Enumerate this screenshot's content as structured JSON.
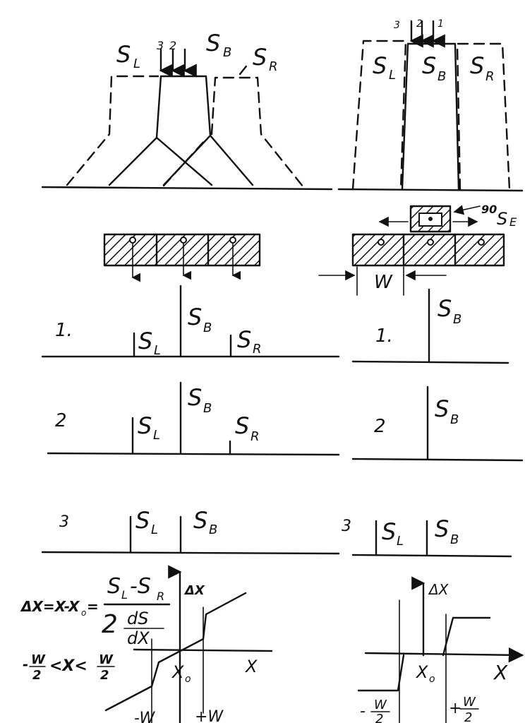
{
  "labels": {
    "sl": "S",
    "sl_sub": "L",
    "sb": "S",
    "sb_sub": "B",
    "sr": "S",
    "sr_sub": "R",
    "row1": "1.",
    "row2": "2",
    "row3": "3",
    "arrow1": "1",
    "arrow2": "2",
    "arrow3": "3",
    "width": "W",
    "angle_note": "90",
    "angle_sub": "S",
    "angle_sub2": "E",
    "delta_x": "ΔX",
    "x_axis": "X",
    "x0": "X",
    "x0_sub": "o"
  },
  "formula": {
    "lhs": "ΔX=X-X",
    "lhs_sub": "o",
    "eq": "=",
    "num": "S",
    "num_l": "L",
    "minus": "-S",
    "num_r": "R",
    "den_two": "2",
    "den_d": "dS",
    "den_dx": "dX"
  },
  "range": {
    "left": "-",
    "w": "W",
    "two": "2",
    "mid": "<X<"
  },
  "bounds": {
    "minus_w": "-W",
    "plus_w": "+W",
    "minus_w_half": "-",
    "plus_w_half": "+"
  },
  "colors": {
    "ink": "#111111",
    "paper": "#ffffff"
  }
}
